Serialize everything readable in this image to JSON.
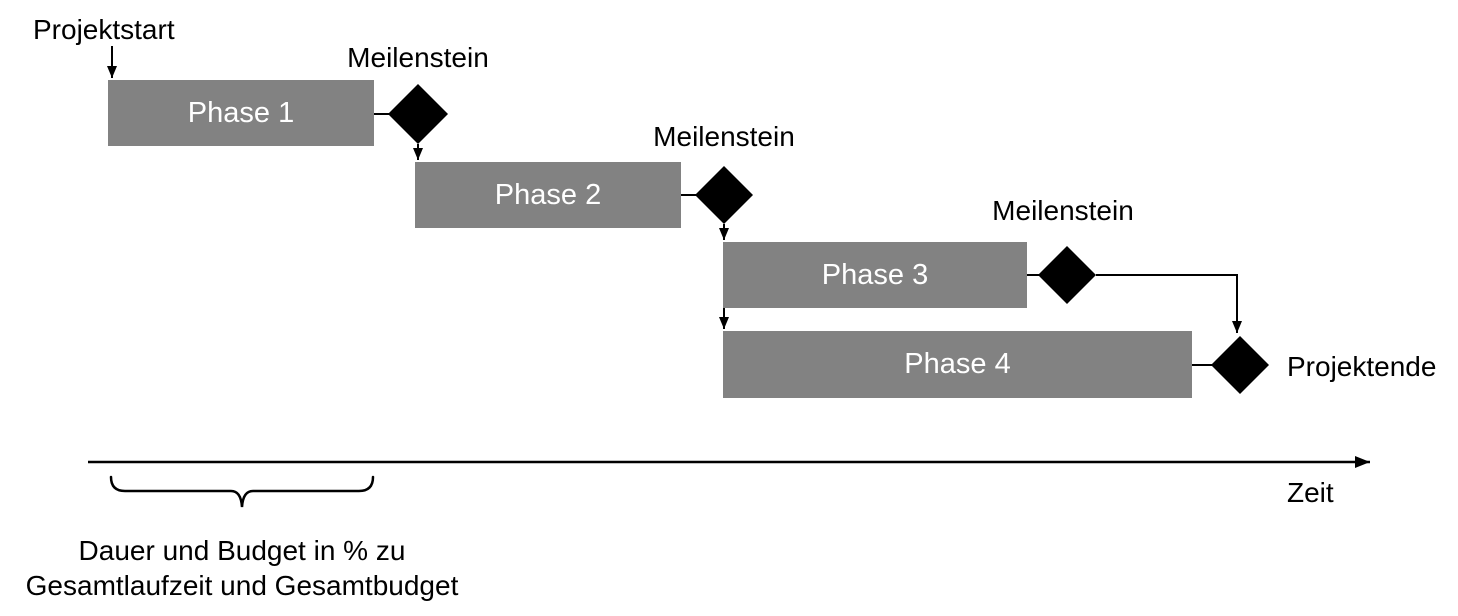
{
  "diagram": {
    "labels": {
      "project_start": "Projektstart",
      "project_end": "Projektende",
      "time_axis": "Zeit",
      "caption_line1": "Dauer und Budget in % zu",
      "caption_line2": "Gesamtlaufzeit und Gesamtbudget"
    },
    "milestones": [
      {
        "label": "Meilenstein"
      },
      {
        "label": "Meilenstein"
      },
      {
        "label": "Meilenstein"
      }
    ],
    "phases": [
      {
        "label": "Phase 1"
      },
      {
        "label": "Phase 2"
      },
      {
        "label": "Phase 3"
      },
      {
        "label": "Phase 4"
      }
    ],
    "colors": {
      "phase_bar": "#828282",
      "phase_text": "#ffffff",
      "milestone_diamond": "#000000",
      "connector_line": "#000000",
      "label_text": "#000000",
      "background": "#ffffff"
    }
  }
}
